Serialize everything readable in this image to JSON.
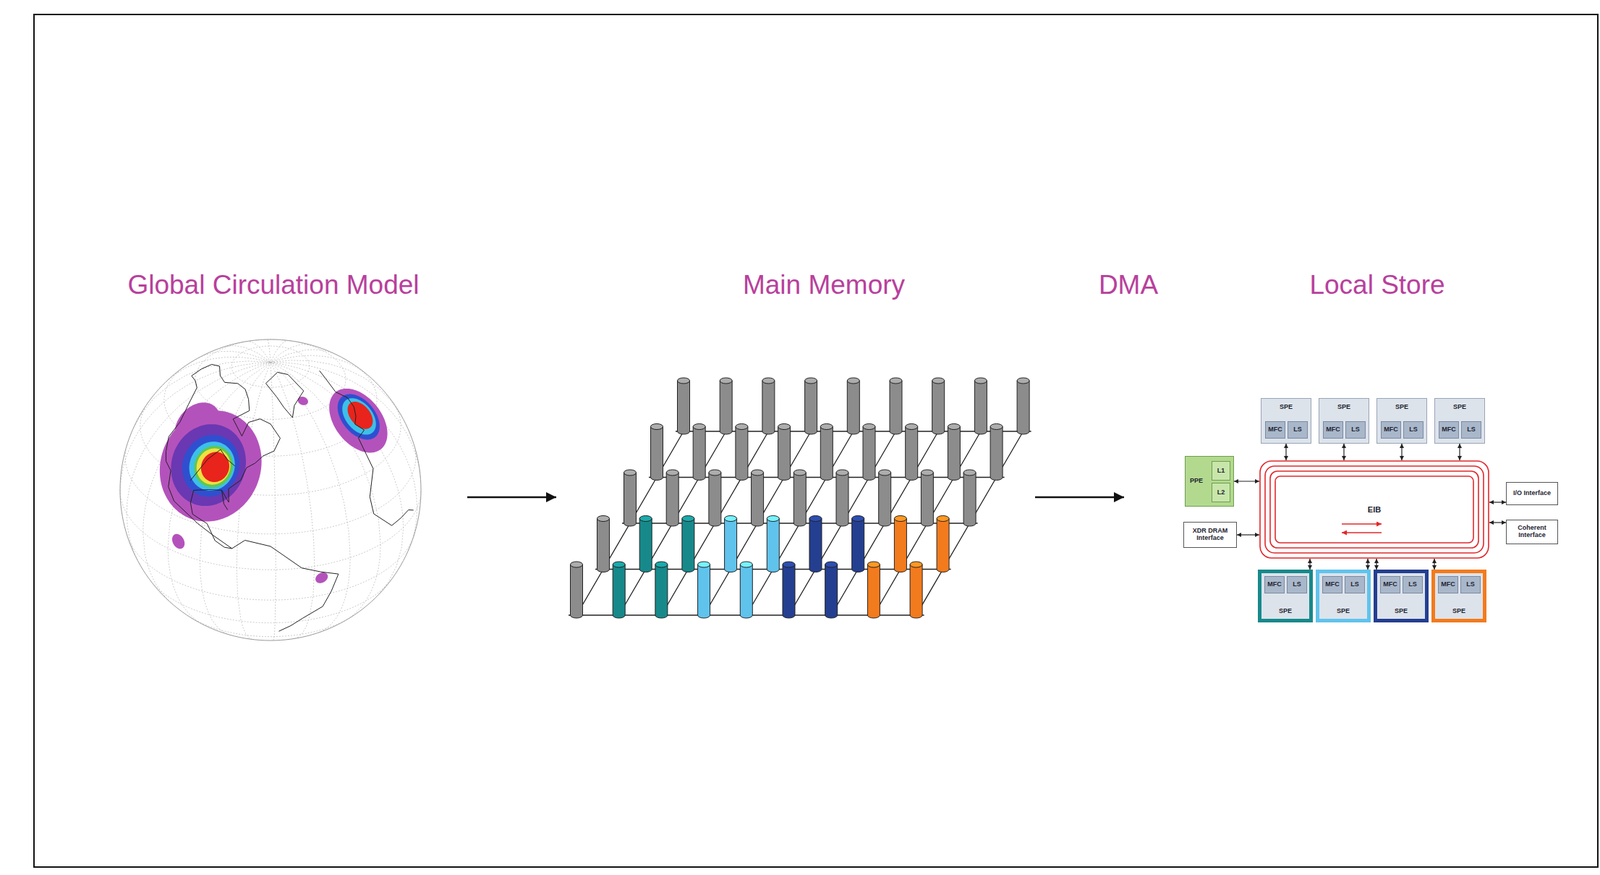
{
  "diagram": {
    "nodes": [
      {
        "text": [
          "SPE"
        ]
      },
      {
        "text": [
          "MFC"
        ],
        "in": 0
      },
      {
        "text": [
          "LS"
        ],
        "in": 0
      },
      {
        "text": [
          "SPE"
        ]
      },
      {
        "text": [
          "MFC"
        ],
        "in": 3
      },
      {
        "text": [
          "LS"
        ],
        "in": 3
      },
      {
        "text": [
          "SPE"
        ]
      },
      {
        "text": [
          "MFC"
        ],
        "in": 6
      },
      {
        "text": [
          "LS"
        ],
        "in": 6
      },
      {
        "text": [
          "SPE"
        ]
      },
      {
        "text": [
          "MFC"
        ],
        "in": 9
      },
      {
        "text": [
          "LS"
        ],
        "in": 9
      },
      {
        "text": [
          "PPE"
        ]
      },
      {
        "text": [
          "L1"
        ],
        "in": 12
      },
      {
        "text": [
          "L2"
        ],
        "in": 12
      },
      {
        "text": [
          "EIB"
        ]
      },
      {
        "text": [
          "I/O Interface"
        ]
      },
      {
        "text": [
          "XDR DRAM Interface"
        ]
      },
      {
        "text": [
          "Coherent Interface"
        ]
      },
      {
        "text": [
          "SPE"
        ]
      },
      {
        "text": [
          "MFC"
        ],
        "in": 19
      },
      {
        "text": [
          "LS"
        ],
        "in": 19
      },
      {
        "text": [
          "SPE"
        ]
      },
      {
        "text": [
          "MFC"
        ],
        "in": 22
      },
      {
        "text": [
          "LS"
        ],
        "in": 22
      },
      {
        "text": [
          "SPE"
        ]
      },
      {
        "text": [
          "MFC"
        ],
        "in": 25
      },
      {
        "text": [
          "LS"
        ],
        "in": 25
      },
      {
        "text": [
          "SPE"
        ]
      },
      {
        "text": [
          "MFC"
        ],
        "in": 28
      },
      {
        "text": [
          "LS"
        ],
        "in": 28
      }
    ],
    "edges": [
      {
        "from": 0,
        "to": 15,
        "arrow": "both"
      },
      {
        "from": 3,
        "to": 15,
        "arrow": "both"
      },
      {
        "from": 6,
        "to": 15,
        "arrow": "both"
      },
      {
        "from": 9,
        "to": 15,
        "arrow": "both"
      },
      {
        "from": 12,
        "to": 15,
        "arrow": "both"
      },
      {
        "from": 15,
        "to": 16,
        "arrow": "both"
      },
      {
        "from": 17,
        "to": 15,
        "arrow": "both"
      },
      {
        "from": 15,
        "to": 18,
        "arrow": "both"
      },
      {
        "from": 15,
        "to": 19,
        "arrow": "both"
      },
      {
        "from": 15,
        "to": 22,
        "arrow": "both"
      },
      {
        "from": 15,
        "to": 25,
        "arrow": "both"
      },
      {
        "from": 15,
        "to": 28,
        "arrow": "both"
      }
    ],
    "labels": [
      "Global Circulation Model",
      "Main Memory",
      "DMA",
      "Local Store"
    ]
  }
}
